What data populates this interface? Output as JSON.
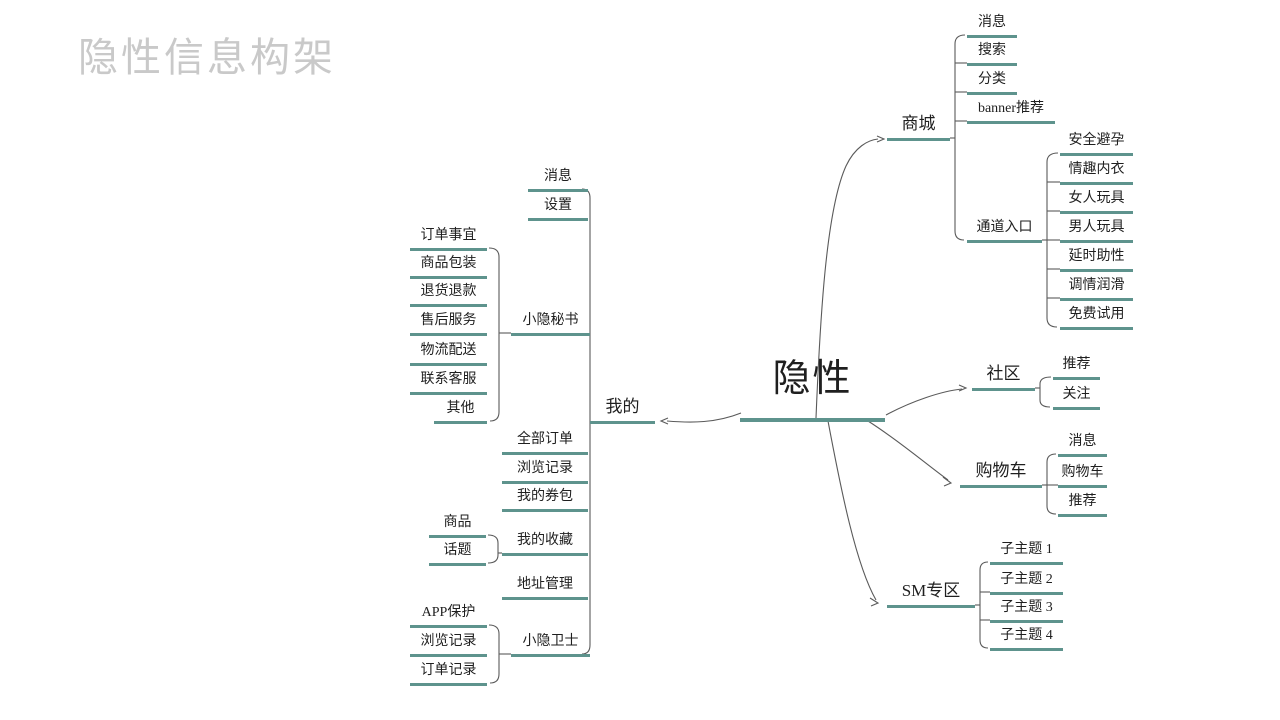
{
  "slide": {
    "title": "隐性信息构架"
  },
  "colors": {
    "accent_teal": "#5E938D",
    "connector": "#5a5a5a",
    "title_gray": "#c9c9c9",
    "text": "#1f1f1f",
    "background": "#ffffff"
  },
  "nodes": {
    "center": "隐性",
    "my": "我的",
    "my_msg": "消息",
    "my_settings": "设置",
    "secretary": "小隐秘书",
    "secretary_order": "订单事宜",
    "secretary_packaging": "商品包装",
    "secretary_refund": "退货退款",
    "secretary_aftersale": "售后服务",
    "secretary_logistics": "物流配送",
    "secretary_service": "联系客服",
    "secretary_other": "其他",
    "my_orders": "全部订单",
    "my_history": "浏览记录",
    "my_coupons": "我的券包",
    "my_favorites": "我的收藏",
    "fav_goods": "商品",
    "fav_topics": "话题",
    "my_address": "地址管理",
    "guard": "小隐卫士",
    "guard_app": "APP保护",
    "guard_history": "浏览记录",
    "guard_orders": "订单记录",
    "mall": "商城",
    "mall_msg": "消息",
    "mall_search": "搜索",
    "mall_category": "分类",
    "mall_banner": "banner推荐",
    "channel": "通道入口",
    "channel_contraception": "安全避孕",
    "channel_lingerie": "情趣内衣",
    "channel_women": "女人玩具",
    "channel_men": "男人玩具",
    "channel_delay": "延时助性",
    "channel_lube": "调情润滑",
    "channel_trial": "免费试用",
    "community": "社区",
    "community_recommend": "推荐",
    "community_follow": "关注",
    "cart": "购物车",
    "cart_msg": "消息",
    "cart_cart": "购物车",
    "cart_recommend": "推荐",
    "sm": "SM专区",
    "sm_1": "子主题 1",
    "sm_2": "子主题 2",
    "sm_3": "子主题 3",
    "sm_4": "子主题 4"
  }
}
